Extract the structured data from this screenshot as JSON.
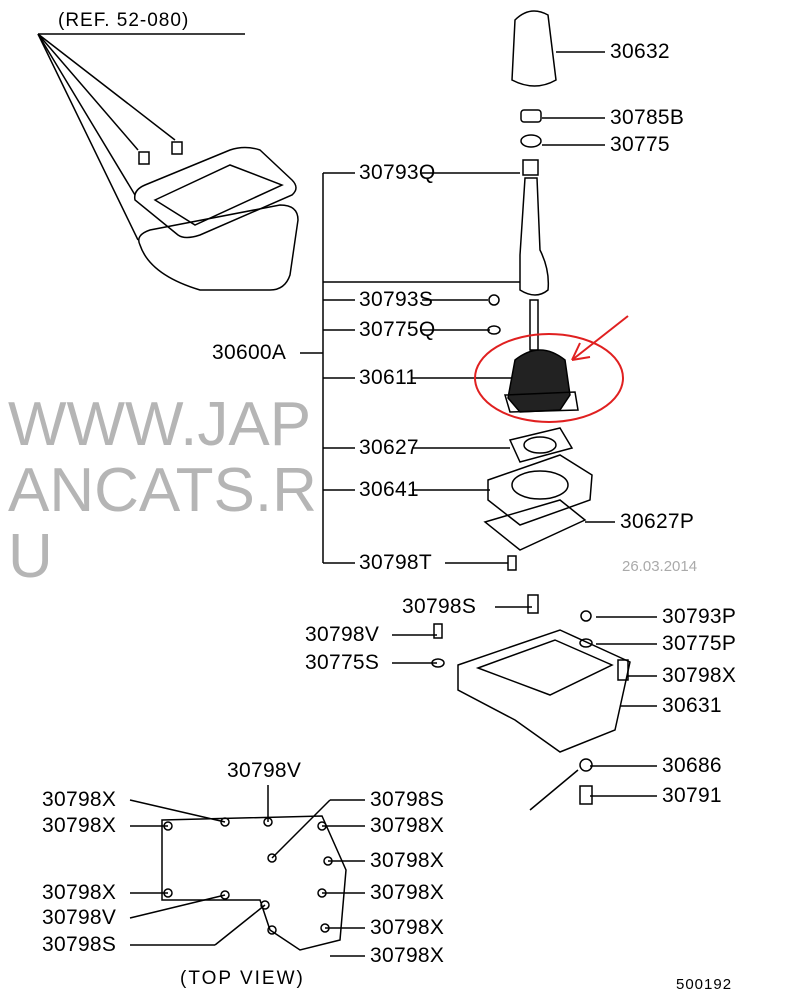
{
  "reference": "(REF. 52-080)",
  "top_view_label": "(TOP VIEW)",
  "diagram_code": "500192",
  "watermark": "WWW.JAPANCATS.RU",
  "watermark_date": "26.03.2014",
  "highlight_color": "#e02020",
  "parts": {
    "knob": "30632",
    "bushing": "30785B",
    "nut_top": "30775",
    "lever": "30793Q",
    "nut_s": "30793S",
    "washer_q": "30775Q",
    "assembly": "30600A",
    "boot": "30611",
    "gasket": "30627",
    "plate": "30641",
    "gasket_p": "30627P",
    "bolt_t": "30798T",
    "bolt_s": "30798S",
    "nut_p": "30793P",
    "bolt_v": "30798V",
    "washer_p": "30775P",
    "washer_s": "30775S",
    "bolt_x": "30798X",
    "housing": "30631",
    "seal": "30686",
    "plug": "30791"
  },
  "top_view": {
    "v_top": "30798V",
    "x_left1": "30798X",
    "s_right1": "30798S",
    "x_left2": "30798X",
    "x_right2": "30798X",
    "x_right3": "30798X",
    "x_left3": "30798X",
    "x_right4": "30798X",
    "v_left": "30798V",
    "x_right5": "30798X",
    "s_left": "30798S",
    "x_right6": "30798X"
  }
}
